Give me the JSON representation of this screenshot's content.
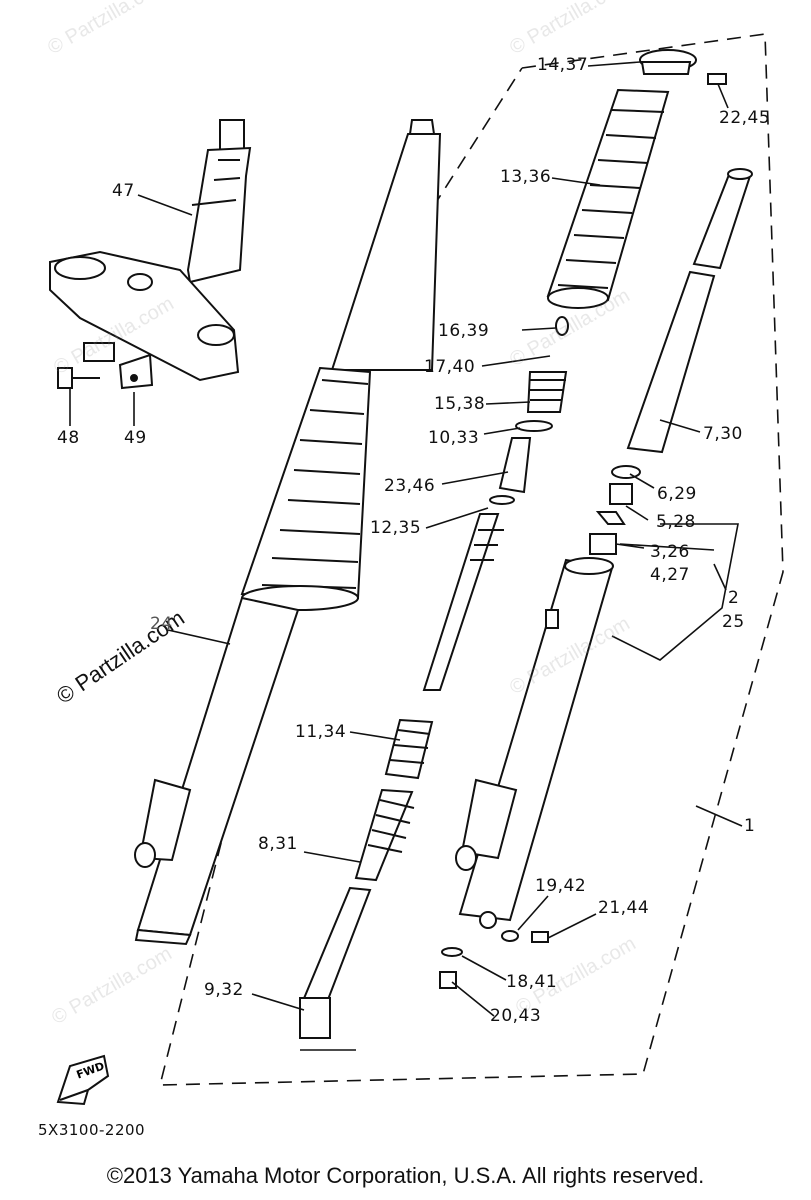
{
  "diagram": {
    "callouts": {
      "c1": "14,37",
      "c2": "22,45",
      "c3": "13,36",
      "c4": "47",
      "c5": "16,39",
      "c6": "17,40",
      "c7": "15,38",
      "c8": "10,33",
      "c9": "7,30",
      "c10": "48",
      "c11": "49",
      "c12": "23,46",
      "c13": "6,29",
      "c14": "12,35",
      "c15": "5,28",
      "c16": "3,26",
      "c17": "4,27",
      "c18": "2",
      "c19": "25",
      "c20": "24",
      "c21": "11,34",
      "c22": "1",
      "c23": "8,31",
      "c24": "19,42",
      "c25": "21,44",
      "c26": "18,41",
      "c27": "20,43",
      "c28": "9,32"
    },
    "fwd_label": "FWD",
    "code": "5X3100-2200",
    "copyright": "©2013 Yamaha Motor Corporation, U.S.A. All rights reserved.",
    "watermark": "© Partzilla.com"
  }
}
